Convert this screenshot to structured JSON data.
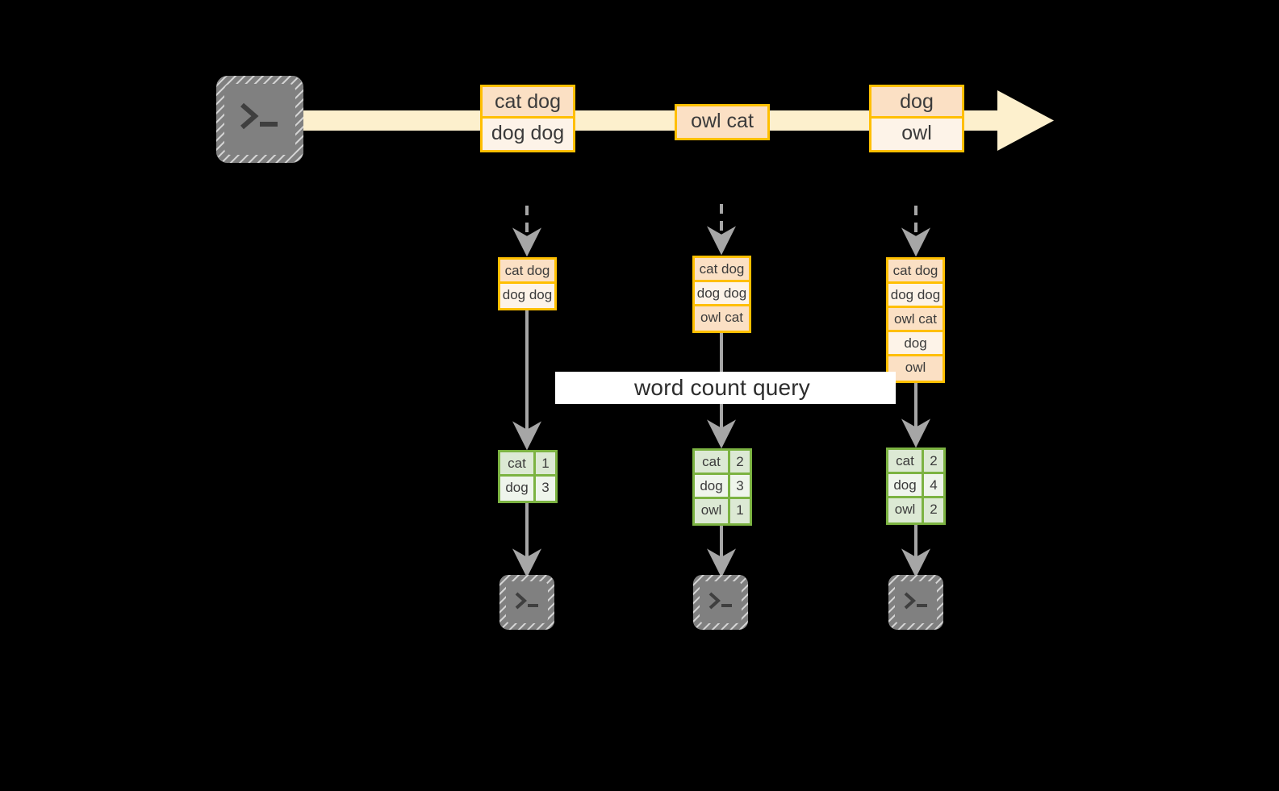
{
  "diagram": {
    "title_label": "word count query",
    "colors": {
      "background": "#000000",
      "stream_arrow": "#fdf0cd",
      "record_border": "#ffbf00",
      "record_fill_dark": "#fbe0c4",
      "record_fill_light": "#fdf3e8",
      "result_border": "#7cb342",
      "result_fill_dark": "#dce9d4",
      "result_fill_light": "#eff5ea",
      "flow_arrow": "#a6a6a6",
      "terminal_fill": "#808080",
      "label_band": "#ffffff"
    },
    "source_terminal": {
      "icon": "terminal-prompt-icon",
      "glyph": ">_"
    },
    "stream": {
      "direction": "left-to-right",
      "records": [
        {
          "id": "record-1",
          "lines": [
            "cat dog",
            "dog dog"
          ]
        },
        {
          "id": "record-2",
          "lines": [
            "owl cat"
          ]
        },
        {
          "id": "record-3",
          "lines": [
            "dog",
            "owl"
          ]
        }
      ]
    },
    "snapshots": [
      {
        "id": "snapshot-1",
        "table_lines": [
          "cat dog",
          "dog dog"
        ],
        "results": [
          {
            "word": "cat",
            "count": "1"
          },
          {
            "word": "dog",
            "count": "3"
          }
        ],
        "sink": {
          "icon": "terminal-prompt-icon",
          "glyph": ">_"
        }
      },
      {
        "id": "snapshot-2",
        "table_lines": [
          "cat dog",
          "dog dog",
          "owl cat"
        ],
        "results": [
          {
            "word": "cat",
            "count": "2"
          },
          {
            "word": "dog",
            "count": "3"
          },
          {
            "word": "owl",
            "count": "1"
          }
        ],
        "sink": {
          "icon": "terminal-prompt-icon",
          "glyph": ">_"
        }
      },
      {
        "id": "snapshot-3",
        "table_lines": [
          "cat dog",
          "dog dog",
          "owl cat",
          "dog",
          "owl"
        ],
        "results": [
          {
            "word": "cat",
            "count": "2"
          },
          {
            "word": "dog",
            "count": "4"
          },
          {
            "word": "owl",
            "count": "2"
          }
        ],
        "sink": {
          "icon": "terminal-prompt-icon",
          "glyph": ">_"
        }
      }
    ]
  }
}
